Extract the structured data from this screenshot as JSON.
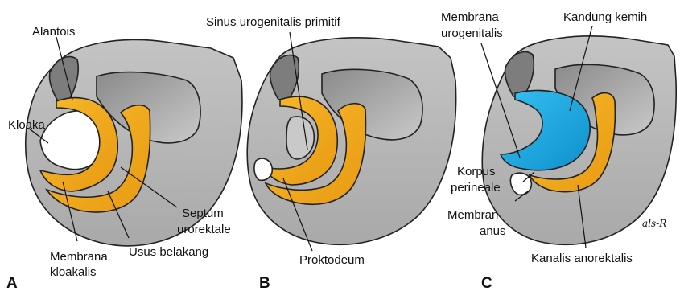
{
  "panels": [
    {
      "letter": "A",
      "labels": {
        "alantois": "Alantois",
        "kloaka": "Kloaka",
        "septum_line1": "Septum",
        "septum_line2": "urorektale",
        "usus": "Usus belakang",
        "membrana_line1": "Membrana",
        "membrana_line2": "kloakalis"
      }
    },
    {
      "letter": "B",
      "labels": {
        "sinus": "Sinus urogenitalis primitif",
        "proktodeum": "Proktodeum"
      }
    },
    {
      "letter": "C",
      "labels": {
        "membrana_uro_line1": "Membrana",
        "membrana_uro_line2": "urogenitalis",
        "kandung": "Kandung kemih",
        "korpus_line1": "Korpus",
        "korpus_line2": "perineale",
        "membran_anus_line1": "Membran",
        "membran_anus_line2": "anus",
        "kanalis": "Kanalis anorektalis"
      }
    }
  ],
  "signature": "als-R",
  "colors": {
    "tissue": "#b3b3b3",
    "tissue_dark": "#8f8f8f",
    "gut_gold": "#f2a91d",
    "bladder_blue": "#1aa7e0",
    "outline": "#222222"
  }
}
